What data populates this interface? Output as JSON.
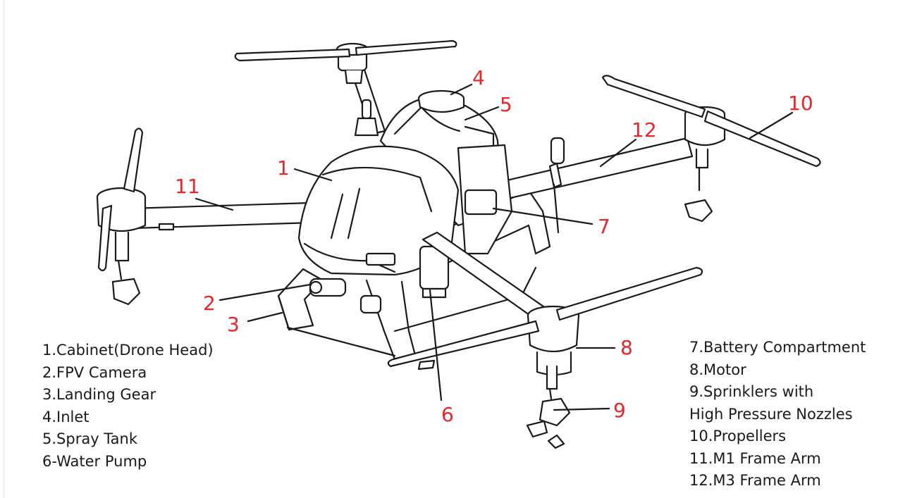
{
  "callouts": [
    "1",
    "2",
    "3",
    "4",
    "5",
    "6",
    "7",
    "8",
    "9",
    "10",
    "11",
    "12"
  ],
  "legend_left": [
    "1.Cabinet(Drone Head)",
    "2.FPV Camera",
    "3.Landing Gear",
    "4.Inlet",
    "5.Spray Tank",
    "6-Water Pump"
  ],
  "legend_right": [
    "7.Battery Compartment",
    "8.Motor",
    "9.Sprinklers with",
    "High Pressure Nozzles",
    "10.Propellers",
    "11.M1 Frame Arm",
    "12.M3 Frame Arm"
  ],
  "colors": {
    "callout": "#e8262a",
    "line_art": "#1a1a1a",
    "text": "#1a1a1a",
    "background": "#ffffff"
  }
}
